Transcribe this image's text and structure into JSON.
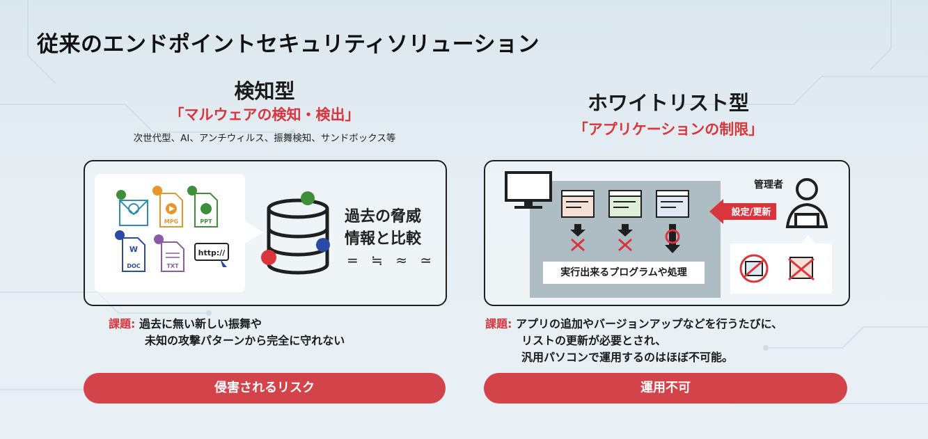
{
  "title": "従来のエンドポイントセキュリティソリューション",
  "left": {
    "heading": "検知型",
    "subheading": "「マルウェアの検知・検出」",
    "note": "次世代型、AI、アンチウィルス、振舞検知、サンドボックス等",
    "file_labels": [
      "MPG",
      "PPT",
      "DOC",
      "TXT"
    ],
    "url_label": "http://",
    "compare_line1": "過去の脅威",
    "compare_line2": "情報と比較",
    "approx_symbols": "= ≒ ≈ ≃",
    "issue_label": "課題:",
    "issue_line1": "過去に無い新しい振舞や",
    "issue_line2": "未知の攻撃パターンから完全に守れない",
    "result": "侵害されるリスク"
  },
  "right": {
    "heading": "ホワイトリスト型",
    "subheading": "「アプリケーションの制限」",
    "admin_label": "管理者",
    "settings_label": "設定/更新",
    "exec_label": "実行出来るプログラムや処理",
    "issue_label": "課題:",
    "issue_line1": "アプリの追加やバージョンアップなどを行うたびに、",
    "issue_line2": "リストの更新が必要とされ、",
    "issue_line3": "汎用パソコンで運用するのはほぼ不可能。",
    "result": "運用不可"
  },
  "colors": {
    "accent_red": "#d8353d",
    "pill_red": "#d3434a",
    "virus_green": "#3e8f3a",
    "virus_blue": "#2a4aa6",
    "virus_red": "#d8353d",
    "virus_orange": "#e8952a"
  }
}
